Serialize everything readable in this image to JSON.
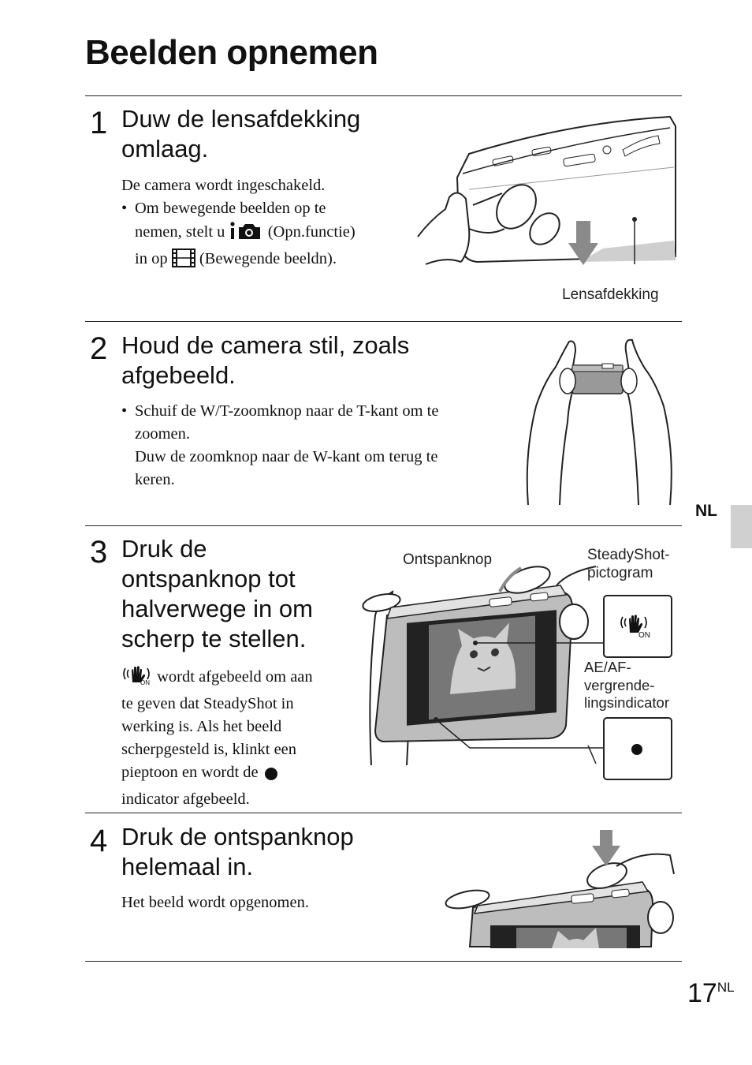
{
  "page": {
    "title": "Beelden opnemen",
    "side_tab": "NL",
    "page_number": "17",
    "page_suffix": "NL"
  },
  "steps": [
    {
      "number": "1",
      "heading_lines": [
        "Duw de lensafdekking",
        "omlaag."
      ],
      "text": "De camera wordt ingeschakeld.",
      "bullet_parts": [
        "Om bewegende beelden op te",
        "nemen, stelt u",
        "(Opn.functie)",
        "in op",
        "(Bewegende beeldn)."
      ],
      "labels": [
        "Lensafdekking"
      ]
    },
    {
      "number": "2",
      "heading_lines": [
        "Houd de camera stil, zoals",
        "afgebeeld."
      ],
      "bullet_lines": [
        "Schuif de W/T-zoomknop naar de T-kant om te",
        "zoomen.",
        "Duw de zoomknop naar de W-kant om terug te",
        "keren."
      ]
    },
    {
      "number": "3",
      "heading_lines": [
        "Druk de",
        "ontspanknop tot",
        "halverwege in om",
        "scherp te stellen."
      ],
      "body_lines": [
        "wordt afgebeeld om aan",
        "te geven dat SteadyShot in",
        "werking is. Als het beeld",
        "scherpgesteld is, klinkt een",
        "pieptoon en wordt de",
        "indicator afgebeeld."
      ],
      "labels": [
        "Ontspanknop",
        "SteadyShot-",
        "pictogram",
        "AE/AF-",
        "vergrende-",
        "lingsindicator"
      ],
      "icon_text": "ON"
    },
    {
      "number": "4",
      "heading_lines": [
        "Druk de ontspanknop",
        "helemaal in."
      ],
      "text": "Het beeld wordt opgenomen."
    }
  ],
  "icons": [
    "steadyshot-hand-icon",
    "intelligent-auto-camera-icon",
    "movie-film-icon",
    "focus-dot-icon",
    "down-arrow-icon"
  ],
  "colors": {
    "text": "#111111",
    "rule": "#222222",
    "tab": "#d0d0d0",
    "arrow": "#8a8a8a"
  }
}
